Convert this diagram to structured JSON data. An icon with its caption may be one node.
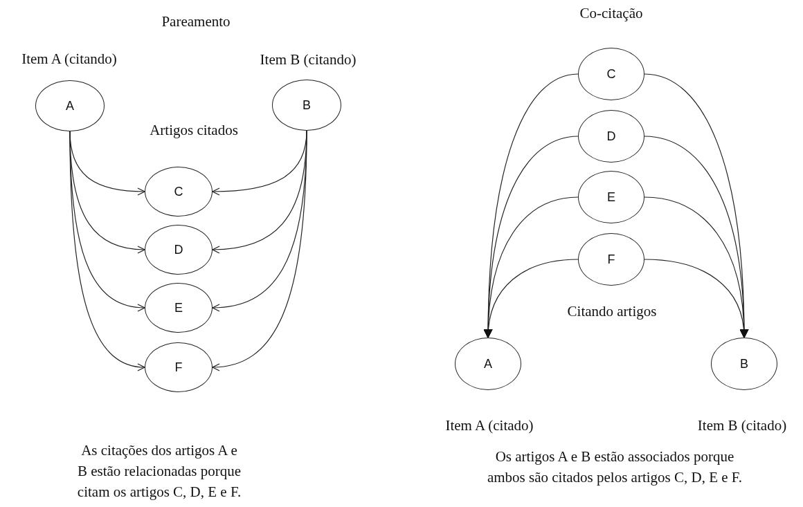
{
  "diagram": {
    "nodes": [
      {
        "text": [
          "A"
        ],
        "beside": [
          "Item A (citando)"
        ]
      },
      {
        "text": [
          "B"
        ],
        "beside": [
          "Item B (citando)"
        ]
      },
      {
        "text": [
          "C"
        ]
      },
      {
        "text": [
          "D"
        ]
      },
      {
        "text": [
          "E"
        ]
      },
      {
        "text": [
          "F"
        ]
      },
      {
        "text": [
          "C"
        ]
      },
      {
        "text": [
          "D"
        ]
      },
      {
        "text": [
          "E"
        ]
      },
      {
        "text": [
          "F"
        ]
      },
      {
        "text": [
          "A"
        ],
        "beside": [
          "Item A (citado)"
        ]
      },
      {
        "text": [
          "B"
        ],
        "beside": [
          "Item B (citado)"
        ]
      }
    ],
    "edges": [
      {
        "from": 0,
        "to": 2,
        "arrow": "to"
      },
      {
        "from": 0,
        "to": 3,
        "arrow": "to"
      },
      {
        "from": 0,
        "to": 4,
        "arrow": "to"
      },
      {
        "from": 0,
        "to": 5,
        "arrow": "to"
      },
      {
        "from": 1,
        "to": 2,
        "arrow": "to"
      },
      {
        "from": 1,
        "to": 3,
        "arrow": "to"
      },
      {
        "from": 1,
        "to": 4,
        "arrow": "to"
      },
      {
        "from": 1,
        "to": 5,
        "arrow": "to"
      },
      {
        "from": 6,
        "to": 10,
        "arrow": "to"
      },
      {
        "from": 6,
        "to": 11,
        "arrow": "to"
      },
      {
        "from": 7,
        "to": 10,
        "arrow": "to"
      },
      {
        "from": 7,
        "to": 11,
        "arrow": "to"
      },
      {
        "from": 8,
        "to": 10,
        "arrow": "to"
      },
      {
        "from": 8,
        "to": 11,
        "arrow": "to"
      },
      {
        "from": 9,
        "to": 10,
        "arrow": "to"
      },
      {
        "from": 9,
        "to": 11,
        "arrow": "to"
      }
    ],
    "labels": [
      "Pareamento",
      "Co-citação",
      "Artigos citados",
      "As citações dos artigos A e B estão relacionadas porque citam os artigos C, D, E e F.",
      "Citando artigos",
      "Os artigos A e B estão associados porque ambos são citados pelos artigos C, D, E e F."
    ]
  }
}
